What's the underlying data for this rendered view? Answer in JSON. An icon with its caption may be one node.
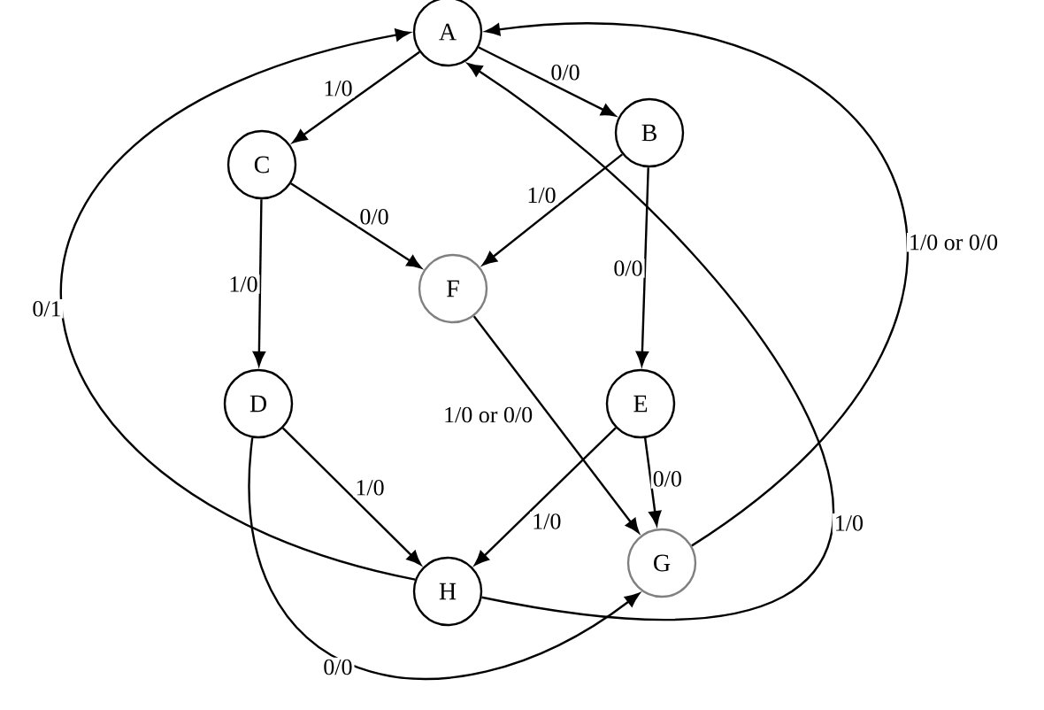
{
  "diagram": {
    "nodes": [
      {
        "text": [
          "A"
        ]
      },
      {
        "text": [
          "B"
        ]
      },
      {
        "text": [
          "C"
        ]
      },
      {
        "text": [
          "F"
        ]
      },
      {
        "text": [
          "D"
        ]
      },
      {
        "text": [
          "E"
        ]
      },
      {
        "text": [
          "H"
        ]
      },
      {
        "text": [
          "G"
        ]
      }
    ],
    "edges": [
      {
        "from": 0,
        "to": 2,
        "arrow": "to",
        "label": "1/0"
      },
      {
        "from": 0,
        "to": 1,
        "arrow": "to",
        "label": "0/0"
      },
      {
        "from": 2,
        "to": 3,
        "arrow": "to",
        "label": "0/0"
      },
      {
        "from": 1,
        "to": 3,
        "arrow": "to",
        "label": "1/0"
      },
      {
        "from": 2,
        "to": 4,
        "arrow": "to",
        "label": "1/0"
      },
      {
        "from": 1,
        "to": 5,
        "arrow": "to",
        "label": "0/0"
      },
      {
        "from": 3,
        "to": 7,
        "arrow": "to",
        "label": "1/0 or 0/0"
      },
      {
        "from": 4,
        "to": 6,
        "arrow": "to",
        "label": "1/0"
      },
      {
        "from": 5,
        "to": 7,
        "arrow": "to",
        "label": "0/0"
      },
      {
        "from": 5,
        "to": 6,
        "arrow": "to",
        "label": "1/0"
      },
      {
        "from": 4,
        "to": 7,
        "arrow": "to",
        "label": "0/0"
      },
      {
        "from": 6,
        "to": 0,
        "arrow": "to",
        "label": "0/1"
      },
      {
        "from": 6,
        "to": 0,
        "arrow": "to",
        "label": "1/0"
      },
      {
        "from": 7,
        "to": 0,
        "arrow": "to",
        "label": "1/0 or 0/0"
      }
    ]
  }
}
